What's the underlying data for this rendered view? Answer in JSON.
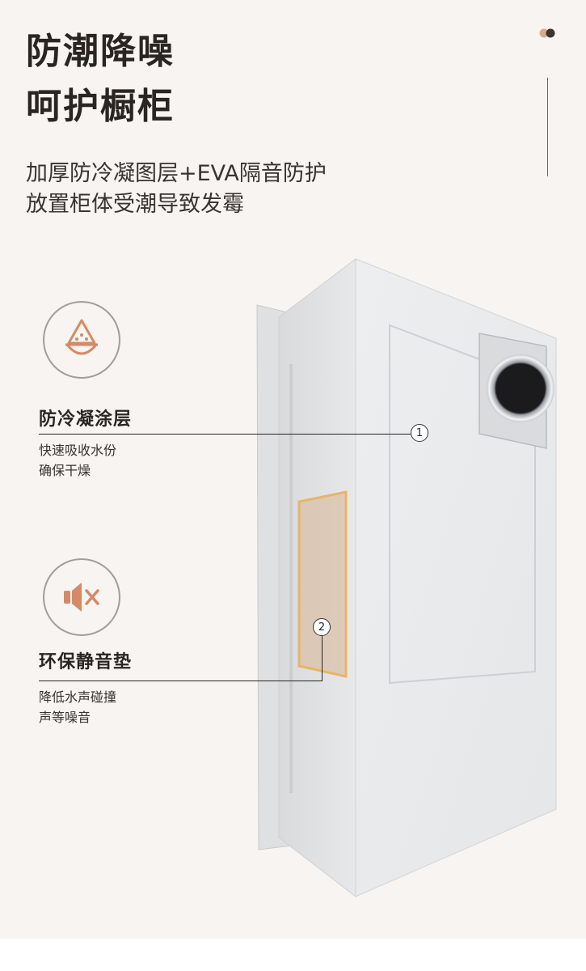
{
  "header": {
    "title_line1": "防潮降噪",
    "title_line2": "呵护橱柜",
    "subtitle_line1": "加厚防冷凝图层+EVA隔音防护",
    "subtitle_line2": "放置柜体受潮导致发霉"
  },
  "features": [
    {
      "icon": "droplet-coating-icon",
      "title": "防冷凝涂层",
      "desc_line1": "快速吸收水份",
      "desc_line2": "确保干燥",
      "badge": "1"
    },
    {
      "icon": "speaker-mute-icon",
      "title": "环保静音垫",
      "desc_line1": "降低水声碰撞",
      "desc_line2": "声等噪音",
      "badge": "2"
    }
  ],
  "colors": {
    "accent": "#d48a67",
    "pad": "#e6b667",
    "background": "#f7f4f1"
  }
}
